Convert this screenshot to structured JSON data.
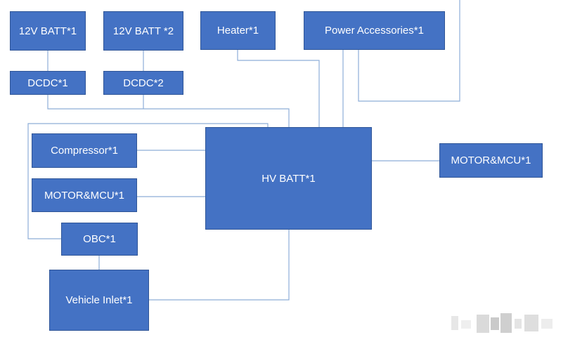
{
  "colors": {
    "box_fill": "#4472c4",
    "box_border": "#2f5597",
    "box_text": "#ffffff",
    "wire": "#8eaed8",
    "background": "#ffffff"
  },
  "nodes": {
    "batt12v_1": "12V BATT*1",
    "batt12v_2": "12V BATT *2",
    "heater": "Heater*1",
    "power_accessories": "Power Accessories*1",
    "dcdc_1": "DCDC*1",
    "dcdc_2": "DCDC*2",
    "compressor": "Compressor*1",
    "motor_mcu_left": "MOTOR&MCU*1",
    "obc": "OBC*1",
    "vehicle_inlet": "Vehicle Inlet*1",
    "hv_batt": "HV BATT*1",
    "motor_mcu_right": "MOTOR&MCU*1"
  },
  "edges": [
    {
      "from": "batt12v_1",
      "to": "dcdc_1"
    },
    {
      "from": "batt12v_2",
      "to": "dcdc_2"
    },
    {
      "from": "dcdc_1",
      "to": "hv_batt"
    },
    {
      "from": "dcdc_2",
      "to": "hv_batt"
    },
    {
      "from": "heater",
      "to": "hv_batt"
    },
    {
      "from": "power_accessories",
      "to": "hv_batt"
    },
    {
      "from": "compressor",
      "to": "hv_batt"
    },
    {
      "from": "motor_mcu_left",
      "to": "hv_batt"
    },
    {
      "from": "obc",
      "to": "hv_batt"
    },
    {
      "from": "obc",
      "to": "vehicle_inlet"
    },
    {
      "from": "vehicle_inlet",
      "to": "hv_batt"
    },
    {
      "from": "hv_batt",
      "to": "motor_mcu_right"
    }
  ]
}
